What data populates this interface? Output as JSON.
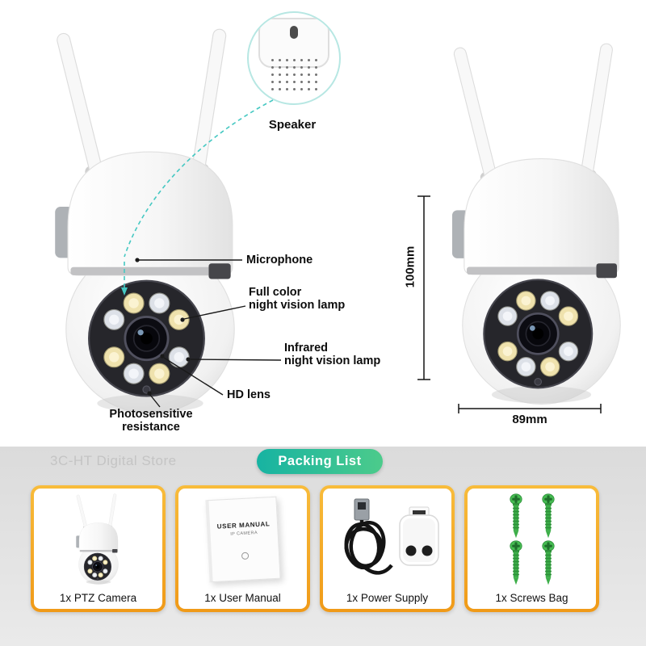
{
  "speaker": {
    "label": "Speaker"
  },
  "callouts": {
    "microphone": "Microphone",
    "full_color_line1": "Full color",
    "full_color_line2": "night vision lamp",
    "infrared_line1": "Infrared",
    "infrared_line2": "night vision lamp",
    "hd_lens": "HD lens",
    "photo_line1": "Photosensitive",
    "photo_line2": "resistance"
  },
  "dimensions": {
    "height": "100mm",
    "width": "89mm"
  },
  "bottom": {
    "watermark": "3C-HT Digital Store",
    "packing_list_title": "Packing List",
    "cards": [
      {
        "label": "1x PTZ Camera"
      },
      {
        "label": "1x User Manual"
      },
      {
        "label": "1x Power Supply"
      },
      {
        "label": "1x Screws Bag"
      }
    ]
  },
  "manual": {
    "title": "USER MANUAL",
    "subtitle": "IP CAMERA"
  },
  "illustrations": {
    "left_camera": "ptz-camera-front-view",
    "right_camera": "ptz-camera-front-view",
    "speaker_detail": "speaker-grille-closeup",
    "card_images": [
      "ptz-camera",
      "user-manual-booklet",
      "usb-cable-and-eu-plug",
      "green-screws"
    ]
  },
  "colors": {
    "accent_teal": "#29c1b2",
    "card_border_orange": "#f09a18",
    "packing_pill_gradient": [
      "#17b3a2",
      "#4ccb8b"
    ],
    "led_warm": "#efe2ad",
    "led_cool": "#dde1e8",
    "screw_green": "#3dae49"
  }
}
